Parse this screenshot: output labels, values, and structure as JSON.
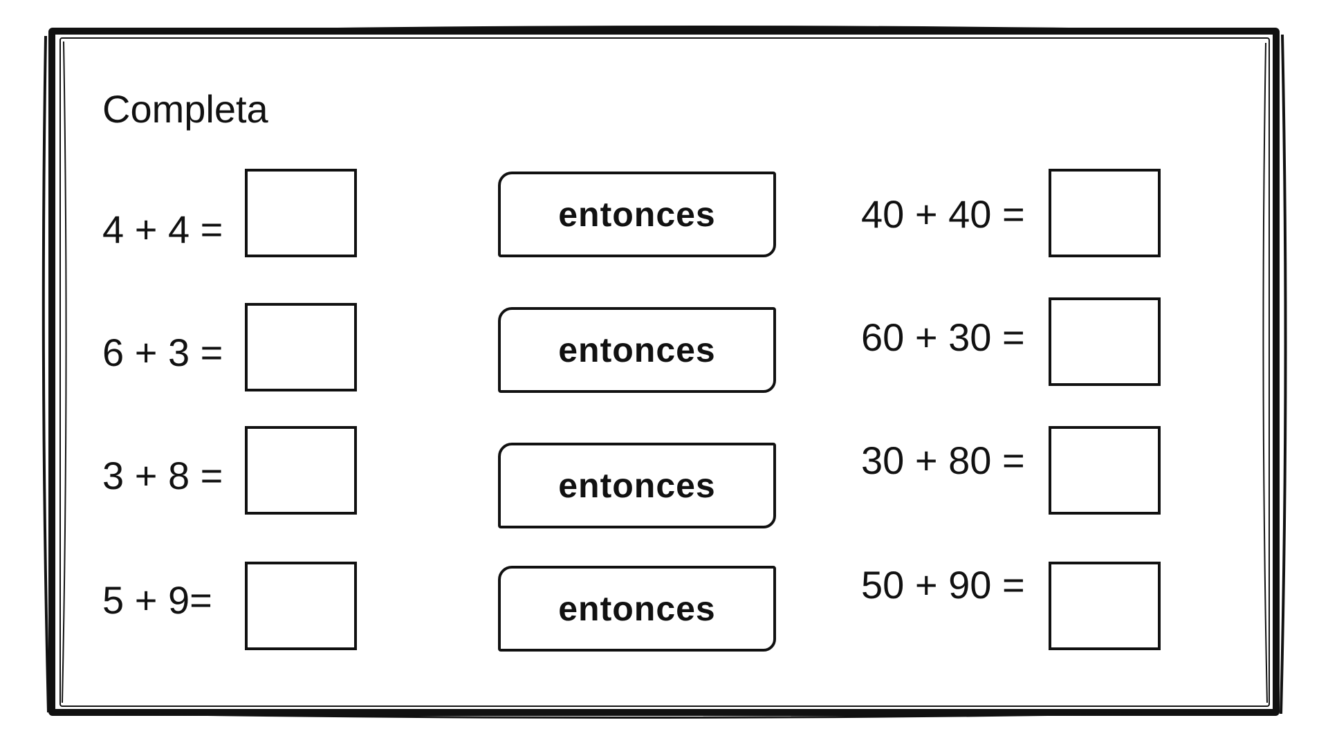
{
  "worksheet": {
    "title": "Completa",
    "left_column": [
      {
        "equation": "4 + 4 ="
      },
      {
        "equation": "6 + 3 ="
      },
      {
        "equation": "3 + 8 ="
      },
      {
        "equation": "5 + 9="
      }
    ],
    "middle_column": [
      {
        "label": "entonces"
      },
      {
        "label": "entonces"
      },
      {
        "label": "entonces"
      },
      {
        "label": "entonces"
      }
    ],
    "right_column": [
      {
        "equation": "40 + 40 ="
      },
      {
        "equation": "60 + 30 ="
      },
      {
        "equation": "30 + 80 ="
      },
      {
        "equation": "50 + 90 ="
      }
    ]
  }
}
